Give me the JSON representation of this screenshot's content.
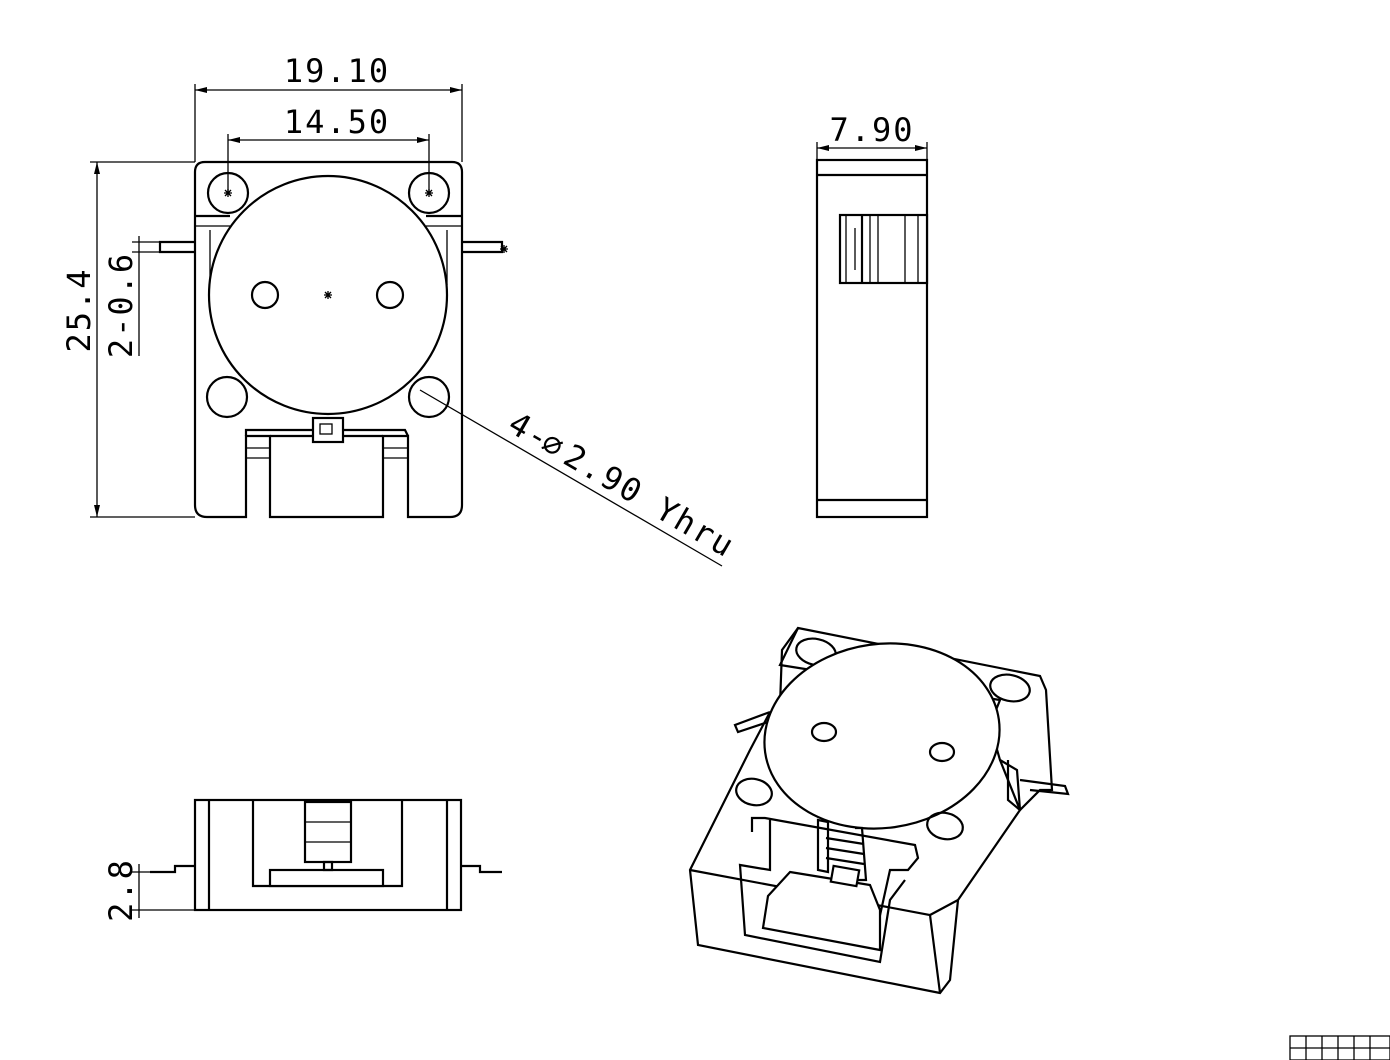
{
  "drawing": {
    "background": "#ffffff",
    "line_color": "#000000",
    "dimensions": {
      "overall_width": "19.10",
      "hole_spacing": "14.50",
      "overall_height": "25.4",
      "tab_thickness": "2-0.6",
      "side_depth": "7.90",
      "mounting_holes": "4-",
      "mounting_holes_dia": "2.90 Yhru",
      "height_above_tab": "2.8"
    },
    "diameter_symbol": "∅",
    "views": [
      "top-view",
      "side-view",
      "front-view",
      "isometric-view"
    ],
    "title_block": {
      "rows": 2,
      "cols": 6
    }
  }
}
